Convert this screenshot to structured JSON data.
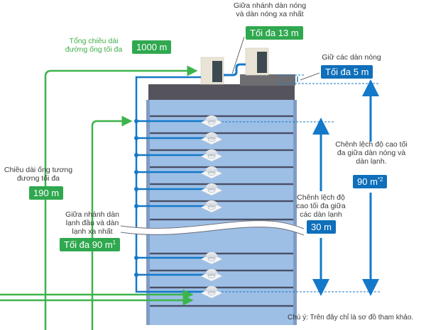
{
  "colors": {
    "green_pipe": "#3cb44b",
    "blue_pipe": "#1479c9",
    "badge_green": "#2fa84f",
    "badge_blue": "#0f6fba",
    "building_face": "#9dbfe6",
    "building_roof": "#55535c",
    "floor_line": "#4a4f66"
  },
  "labels": {
    "total_pipe": {
      "text_line1": "Tổng chiều dài",
      "text_line2": "đường ống tối đa",
      "value": "1000 m"
    },
    "branch_outdoor": {
      "text_line1": "Giữa nhánh dàn nóng",
      "text_line2": "và dàn nóng xa nhất",
      "value": "Tối đa 13 m"
    },
    "between_outdoor": {
      "text": "Giữ các dàn nóng",
      "value": "Tối đa 5 m"
    },
    "equiv_length": {
      "text_line1": "Chiều dài ống tương",
      "text_line2": "đương tối đa",
      "value": "190 m"
    },
    "first_branch": {
      "text_line1": "Giữa nhánh dàn",
      "text_line2": "lạnh đầu và dàn",
      "text_line3": "lạnh xa nhất",
      "value": "Tối đa 90 m",
      "footnote": "1"
    },
    "height_outdoor_indoor": {
      "text_line1": "Chênh lệch độ cao tối",
      "text_line2": "đa giữa dàn nóng và",
      "text_line3": "dàn lạnh.",
      "value": "90 m",
      "footnote": "*2"
    },
    "height_indoor": {
      "text_line1": "Chênh lệch độ",
      "text_line2": "cao tối đa giữa",
      "text_line3": "các dàn lạnh",
      "value": "30 m"
    }
  },
  "note": "Chú ý: Trên đây chỉ là sơ đồ tham khảo.",
  "diagram": {
    "outdoor_units": 2,
    "indoor_units_upper": 6,
    "indoor_units_lower": 3,
    "floors_visible": 12
  }
}
